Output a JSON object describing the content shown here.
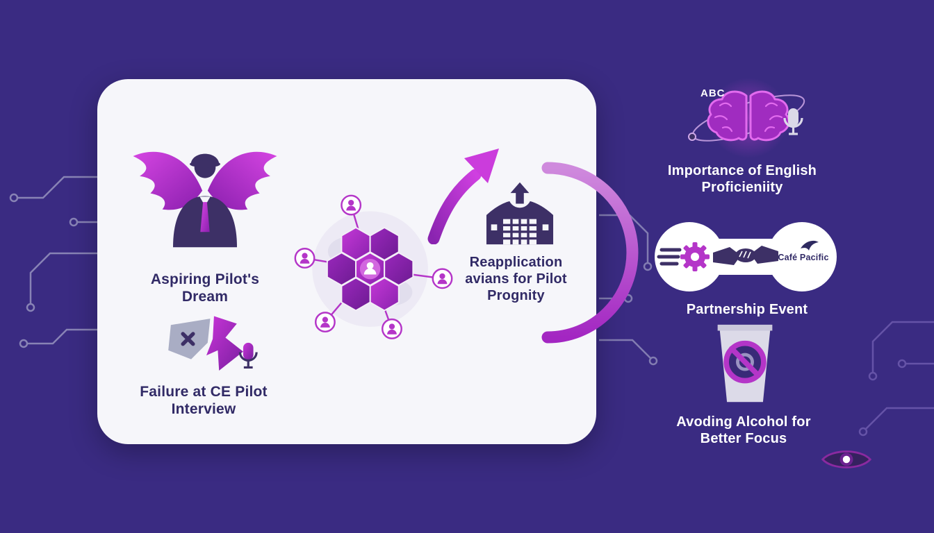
{
  "colors": {
    "background": "#3a2b82",
    "card": "#f6f6fa",
    "accent": "#b435c8",
    "accent_dark": "#7a1fa0",
    "dark_purple": "#3d3066",
    "text_dark": "#312a66",
    "text_light": "#ffffff"
  },
  "card": {
    "pilot_label": "Aspiring Pilot's Dream",
    "failure_label": "Failure at CE Pilot Interview",
    "reapplication_label": "Reapplication avians for Pilot Prognity"
  },
  "right_panel": {
    "english_badge": "ABC",
    "english_label": "Importance of English Proficieniity",
    "partnership_brand": "Café Pacific",
    "partnership_label": "Partnership Event",
    "alcohol_label": "Avoding Alcohol for Better Focus"
  },
  "icons": {
    "winged_pilot_icon": "pilot silhouette with spread wings",
    "broken_interview_icon": "shattered shard with x mark and microphone",
    "network_icon": "hexagon cluster with user nodes over globe",
    "growth_arrow_icon": "upward curved gradient arrow",
    "hangar_icon": "hangar building with up arrow",
    "progress_arc": "gradient semicircle arc",
    "brain_icon": "glowing brain with orbit ring",
    "microphone_icon": "microphone",
    "gear_wing_icon": "winged gear",
    "handshake_icon": "handshake",
    "bird_icon": "swoosh bird",
    "no_alcohol_icon": "glass with prohibition sign",
    "eye_icon": "eye with white pupil",
    "circuit_traces": "circuit board lines"
  }
}
